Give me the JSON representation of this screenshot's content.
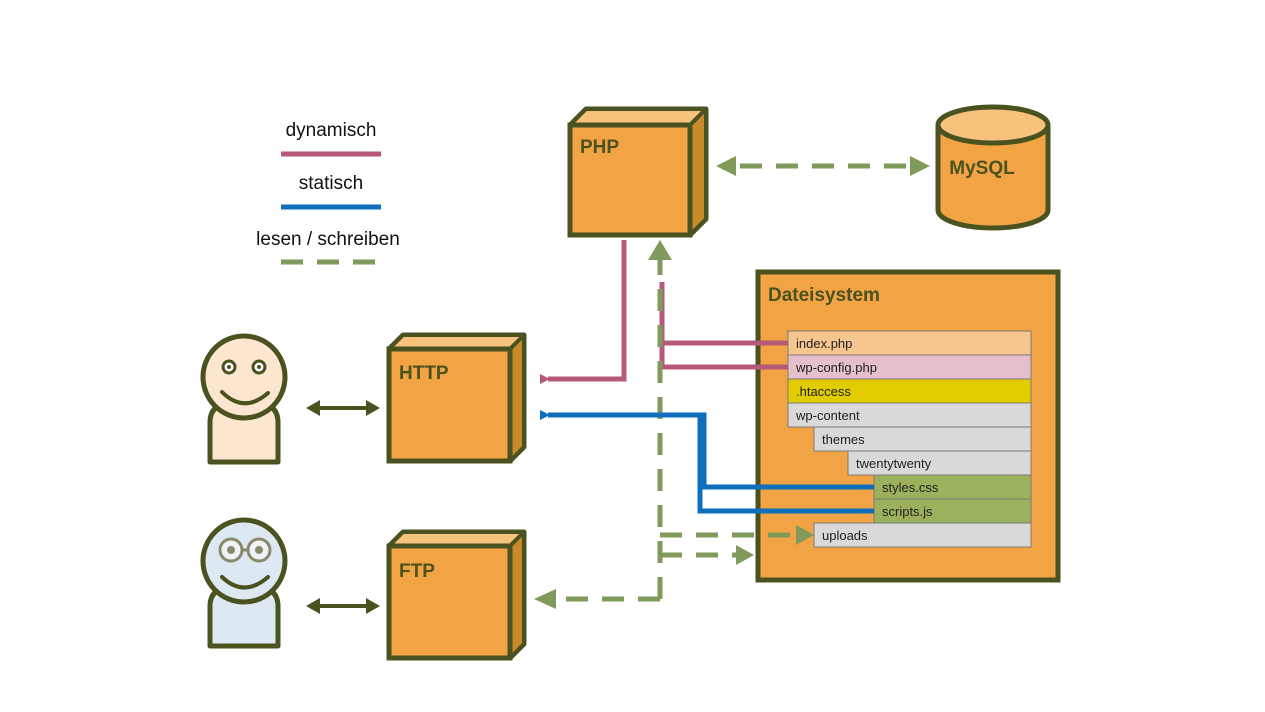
{
  "legend": {
    "dynamic": "dynamisch",
    "static": "statisch",
    "readwrite": "lesen / schreiben"
  },
  "nodes": {
    "php": "PHP",
    "mysql": "MySQL",
    "http": "HTTP",
    "ftp": "FTP",
    "filesystem": "Dateisystem"
  },
  "files": [
    {
      "name": "index.php"
    },
    {
      "name": "wp-config.php"
    },
    {
      "name": ".htaccess"
    },
    {
      "name": "wp-content"
    },
    {
      "name": "themes"
    },
    {
      "name": "twentytwenty"
    },
    {
      "name": "styles.css"
    },
    {
      "name": "scripts.js"
    },
    {
      "name": "uploads"
    }
  ],
  "colors": {
    "dynamic": "#b5587a",
    "static": "#0f6fbd",
    "readwrite": "#7f9a5a",
    "box_fill": "#f2a444",
    "box_dark": "#c98a2c",
    "box_top": "#f6c27c",
    "outline": "#4a5220",
    "file_orange": "#f7c68e",
    "file_pink": "#e5bfcd",
    "file_yellow": "#e2cc00",
    "file_gray": "#d9d9d9",
    "file_green": "#9bb15c",
    "user_fill": "#fde6d0",
    "dev_fill": "#dde8f3"
  }
}
